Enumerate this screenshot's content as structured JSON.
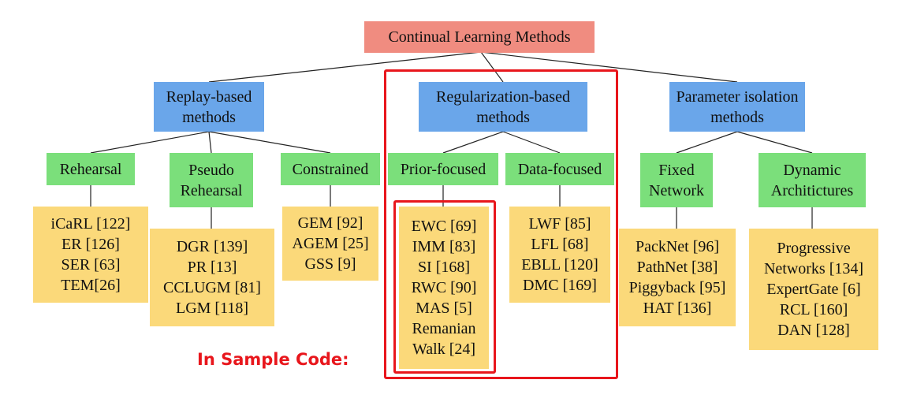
{
  "root": {
    "label": "Continual Learning Methods"
  },
  "categories": {
    "replay": {
      "lines": [
        "Replay-based",
        "methods"
      ]
    },
    "regularization": {
      "lines": [
        "Regularization-based",
        "methods"
      ]
    },
    "parameter": {
      "lines": [
        "Parameter isolation",
        "methods"
      ]
    }
  },
  "subcategories": {
    "rehearsal": {
      "lines": [
        "Rehearsal"
      ]
    },
    "pseudo": {
      "lines": [
        "Pseudo",
        "Rehearsal"
      ]
    },
    "constrained": {
      "lines": [
        "Constrained"
      ]
    },
    "prior": {
      "lines": [
        "Prior-focused"
      ]
    },
    "data": {
      "lines": [
        "Data-focused"
      ]
    },
    "fixed": {
      "lines": [
        "Fixed",
        "Network"
      ]
    },
    "dynamic": {
      "lines": [
        "Dynamic",
        "Architictures"
      ]
    }
  },
  "leaves": {
    "rehearsal": [
      "iCaRL [122]",
      "ER [126]",
      "SER [63]",
      "TEM[26]"
    ],
    "pseudo": [
      "DGR [139]",
      "PR [13]",
      "CCLUGM [81]",
      "LGM [118]"
    ],
    "constrained": [
      "GEM [92]",
      "AGEM [25]",
      "GSS [9]"
    ],
    "prior": [
      "EWC [69]",
      "IMM [83]",
      "SI [168]",
      "RWC [90]",
      "MAS [5]",
      "Remanian",
      "Walk [24]"
    ],
    "data": [
      "LWF [85]",
      "LFL [68]",
      "EBLL [120]",
      "DMC [169]"
    ],
    "fixed": [
      "PackNet [96]",
      "PathNet [38]",
      "Piggyback [95]",
      "HAT [136]"
    ],
    "dynamic": [
      "Progressive",
      "Networks [134]",
      "ExpertGate [6]",
      "RCL [160]",
      "DAN [128]"
    ]
  },
  "annotation": {
    "label": "In Sample Code:"
  },
  "colors": {
    "root": "#f08c80",
    "category": "#6aa6ea",
    "subcategory": "#7bdf7b",
    "leaf": "#fbd97a",
    "highlight": "#e8161c"
  }
}
